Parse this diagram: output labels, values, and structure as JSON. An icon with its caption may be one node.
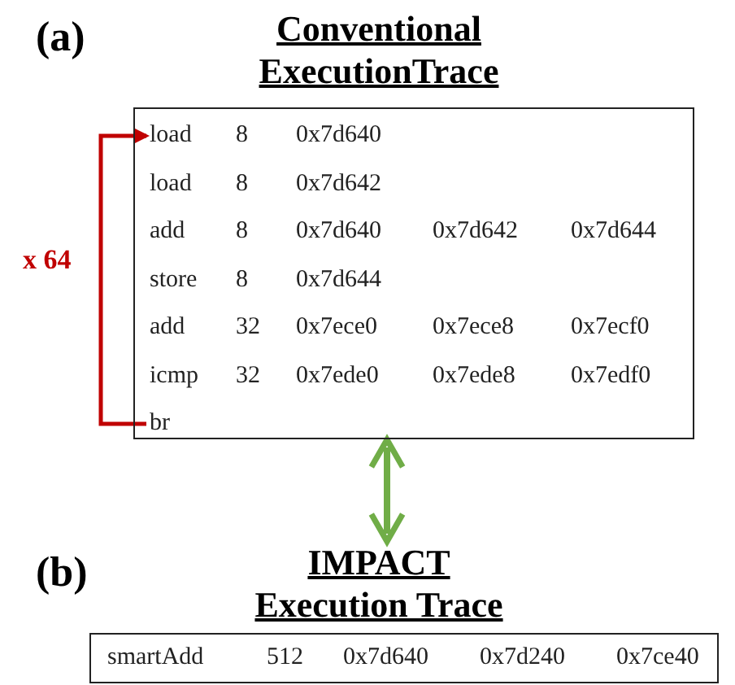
{
  "diagram": {
    "nodes": [
      {
        "text": [
          "Conventional ExecutionTrace"
        ]
      },
      {
        "text": [
          "load",
          "8",
          "0x7d640"
        ],
        "in": 0
      },
      {
        "text": [
          "load",
          "8",
          "0x7d642"
        ],
        "in": 0
      },
      {
        "text": [
          "add",
          "8",
          "0x7d640",
          "0x7d642",
          "0x7d644"
        ],
        "in": 0
      },
      {
        "text": [
          "store",
          "8",
          "0x7d644"
        ],
        "in": 0
      },
      {
        "text": [
          "add",
          "32",
          "0x7ece0",
          "0x7ece8",
          "0x7ecf0"
        ],
        "in": 0
      },
      {
        "text": [
          "icmp",
          "32",
          "0x7ede0",
          "0x7ede8",
          "0x7edf0"
        ],
        "in": 0
      },
      {
        "text": [
          "br"
        ],
        "in": 0
      },
      {
        "text": [
          "IMPACT Execution Trace",
          "smartAdd",
          "512",
          "0x7d640",
          "0x7d240",
          "0x7ce40"
        ]
      }
    ],
    "edges": [
      {
        "from": 7,
        "to": 1,
        "arrow": "to",
        "label": "x 64",
        "color": "#c00000"
      },
      {
        "from": 0,
        "to": 8,
        "arrow": "both",
        "color": "#70ad47"
      }
    ],
    "labels": [
      "(a)",
      "(b)"
    ]
  }
}
